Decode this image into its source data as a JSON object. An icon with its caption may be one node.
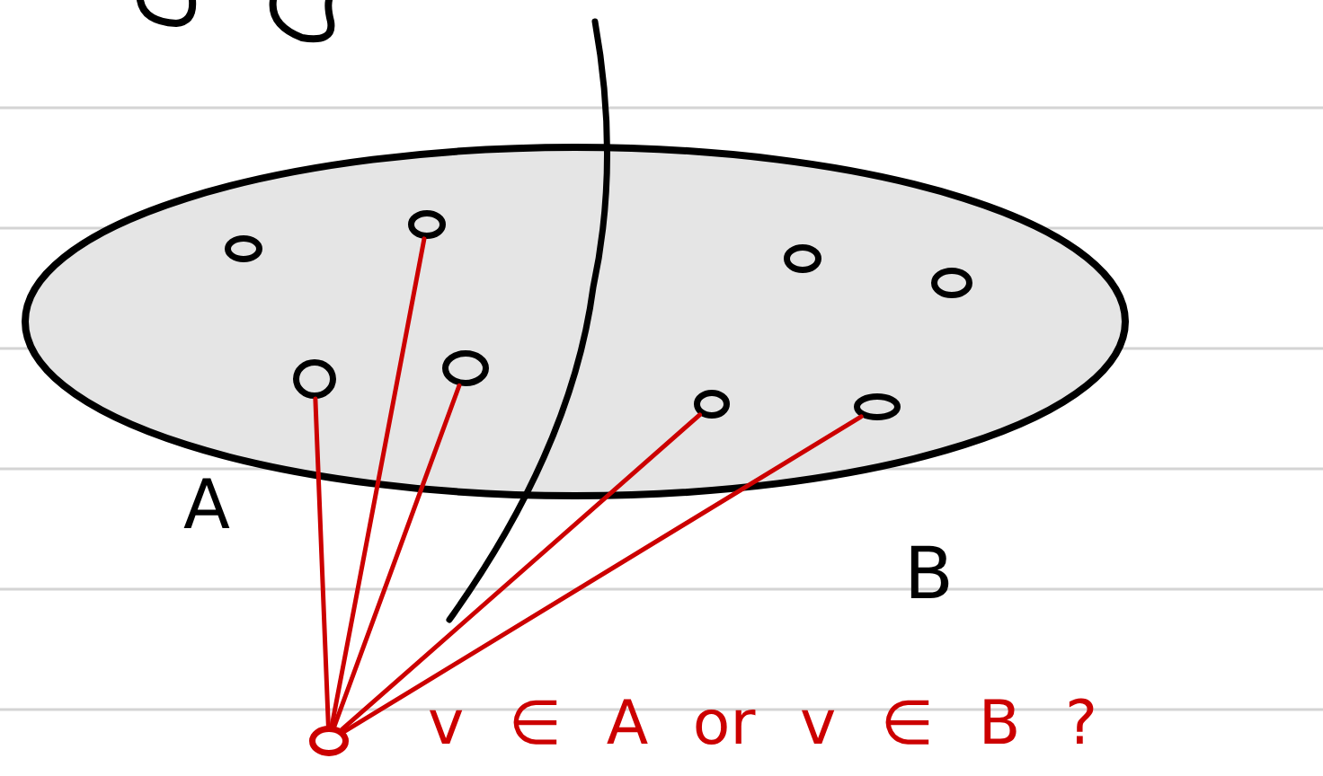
{
  "diagram": {
    "nodes": [
      {
        "text": [],
        "shape": "ellipse"
      },
      {
        "text": [],
        "shape": "circle",
        "in": 0
      },
      {
        "text": [],
        "shape": "circle",
        "in": 0
      },
      {
        "text": [],
        "shape": "circle",
        "in": 0
      },
      {
        "text": [],
        "shape": "circle",
        "in": 0
      },
      {
        "text": [],
        "shape": "circle",
        "in": 0
      },
      {
        "text": [],
        "shape": "circle",
        "in": 0
      },
      {
        "text": [],
        "shape": "circle",
        "in": 0
      },
      {
        "text": [],
        "shape": "circle",
        "in": 0
      },
      {
        "text": [],
        "shape": "circle"
      }
    ],
    "edges": [
      {
        "from": 9,
        "to": 5,
        "arrow": "none"
      },
      {
        "from": 9,
        "to": 2,
        "arrow": "none"
      },
      {
        "from": 9,
        "to": 6,
        "arrow": "none"
      },
      {
        "from": 9,
        "to": 7,
        "arrow": "none"
      },
      {
        "from": 9,
        "to": 8,
        "arrow": "none"
      }
    ],
    "labels": [
      "A",
      "B",
      "v ∈ A or v ∈ B ?"
    ]
  }
}
